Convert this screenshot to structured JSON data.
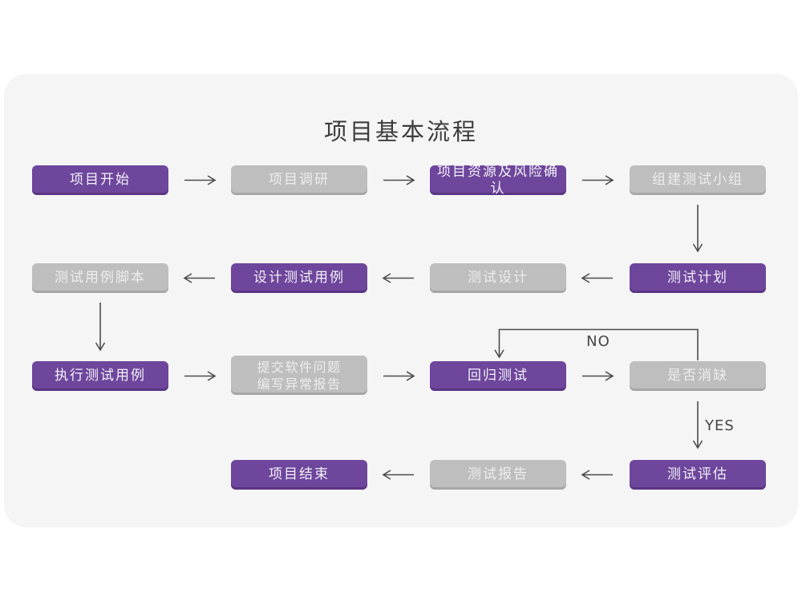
{
  "title": "项目基本流程",
  "decision_labels": {
    "no": "NO",
    "yes": "YES"
  },
  "colors": {
    "card_bg": "#f5f5f6",
    "node_purple": "#6e469c",
    "node_gray": "#bebebe",
    "arrow": "#4d4d4d",
    "title_text": "#3d3d3d"
  },
  "nodes": [
    {
      "label": "项目开始",
      "variant": "purple"
    },
    {
      "label": "项目调研",
      "variant": "gray"
    },
    {
      "label": "项目资源及风险确认",
      "variant": "purple"
    },
    {
      "label": "组建测试小组",
      "variant": "gray"
    },
    {
      "label": "测试计划",
      "variant": "purple"
    },
    {
      "label": "测试设计",
      "variant": "gray"
    },
    {
      "label": "设计测试用例",
      "variant": "purple"
    },
    {
      "label": "测试用例脚本",
      "variant": "gray"
    },
    {
      "label": "执行测试用例",
      "variant": "purple"
    },
    {
      "lines": [
        "提交软件问题",
        "编写异常报告"
      ],
      "variant": "gray"
    },
    {
      "label": "回归测试",
      "variant": "purple"
    },
    {
      "label": "是否消缺",
      "variant": "gray"
    },
    {
      "label": "测试评估",
      "variant": "purple"
    },
    {
      "label": "测试报告",
      "variant": "gray"
    },
    {
      "label": "项目结束",
      "variant": "purple"
    }
  ]
}
